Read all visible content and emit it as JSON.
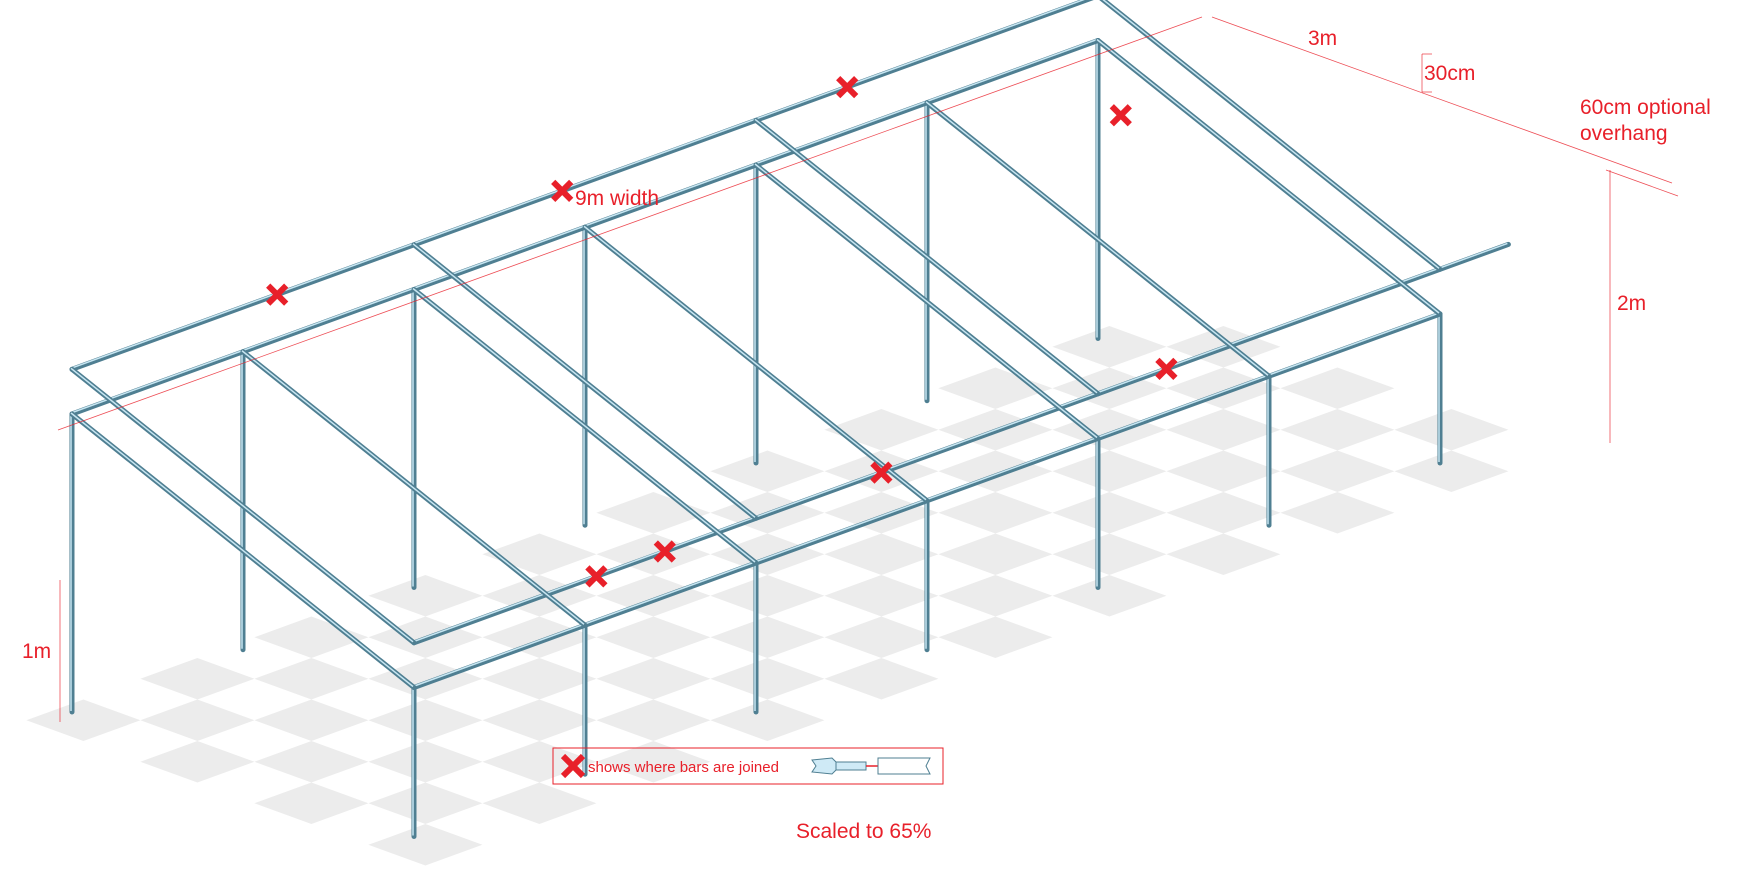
{
  "labels": {
    "width": "9m width",
    "depth": "3m",
    "rise": "30cm",
    "overhang_line1": "60cm optional",
    "overhang_line2": "overhang",
    "height_back": "2m",
    "height_front": "1m",
    "scale_note": "Scaled to 65%"
  },
  "legend": {
    "text": "shows where bars are joined"
  },
  "colors": {
    "frame": "#4f7f92",
    "frame_highlight": "#c7e6f2",
    "annotation": "#e8202a",
    "floor_tile": "#ececec"
  },
  "icons": [
    "joint-cross-icon",
    "bar-connector-icon"
  ]
}
